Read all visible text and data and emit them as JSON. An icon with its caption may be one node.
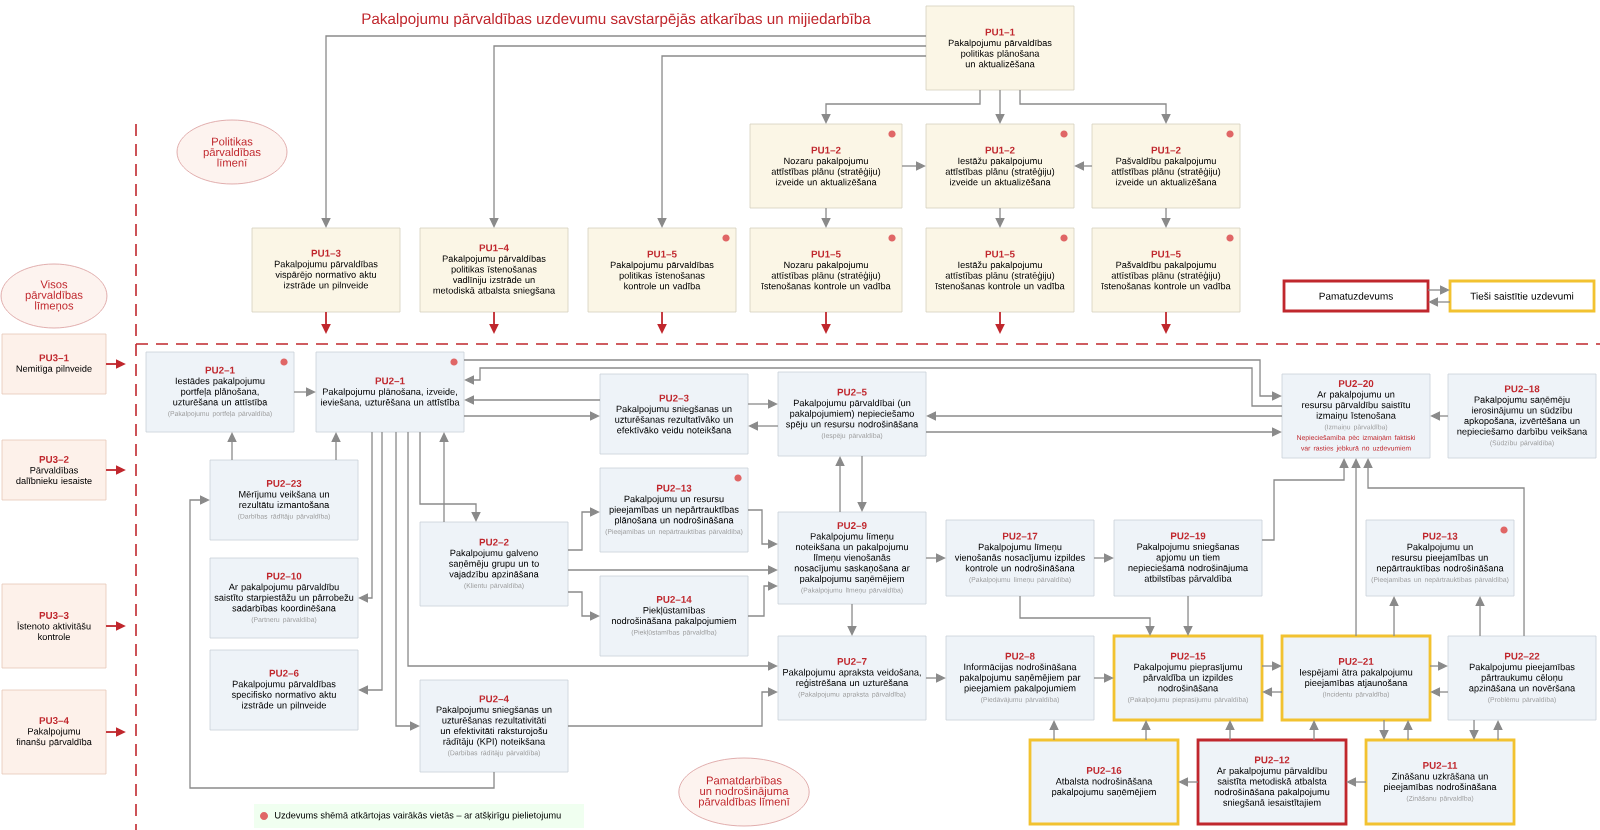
{
  "diagram": {
    "title": "Pakalpojumu pārvaldības uzdevumu savstarpējās atkarības un mijiedarbība",
    "nodes": [
      {
        "text": [
          "PU1–1",
          "Pakalpojumu pārvaldības politikas plānošana un aktualizēšana"
        ]
      },
      {
        "text": [
          "Politikas pārvaldības līmenī"
        ]
      },
      {
        "text": [
          "PU1–2",
          "Nozaru pakalpojumu attīstības plānu (stratēģiju) izveide un aktualizēšana"
        ]
      },
      {
        "text": [
          "PU1–2",
          "Iestāžu pakalpojumu attīstības plānu (stratēģiju) izveide un aktualizēšana"
        ]
      },
      {
        "text": [
          "PU1–2",
          "Pašvaldību pakalpojumu attīstības plānu (stratēģiju) izveide un aktualizēšana"
        ]
      },
      {
        "text": [
          "PU1–3",
          "Pakalpojumu pārvaldības vispārējo normatīvo aktu izstrāde un pilnveide"
        ]
      },
      {
        "text": [
          "PU1–4",
          "Pakalpojumu pārvaldības politikas īstenošanas vadlīniju izstrāde un metodiskā atbalsta sniegšana"
        ]
      },
      {
        "text": [
          "PU1–5",
          "Pakalpojumu pārvaldības politikas īstenošanas kontrole un vadība"
        ]
      },
      {
        "text": [
          "PU1–5",
          "Nozaru pakalpojumu attīstības plānu (stratēģiju) īstenošanas kontrole un vadība"
        ]
      },
      {
        "text": [
          "PU1–5",
          "Iestāžu pakalpojumu attīstības plānu (stratēģiju) īstenošanas kontrole un vadība"
        ]
      },
      {
        "text": [
          "PU1–5",
          "Pašvaldību pakalpojumu attīstības plānu (stratēģiju) īstenošanas kontrole un vadība"
        ]
      },
      {
        "text": [
          "Pamatuzdevums"
        ]
      },
      {
        "text": [
          "Tieši saistītie uzdevumi"
        ]
      },
      {
        "text": [
          "Visos pārvaldības līmeņos"
        ]
      },
      {
        "text": [
          "PU3–1",
          "Nemitīga pilnveide"
        ]
      },
      {
        "text": [
          "PU2–1",
          "Iestādes pakalpojumu portfeļa plānošana, uzturēšana un attīstība",
          "(Pakalpojumu portfeļa pārvaldība)"
        ]
      },
      {
        "text": [
          "PU2–1",
          "Pakalpojumu plānošana, izveide, ieviešana, uzturēšana un attīstība"
        ]
      },
      {
        "text": [
          "PU2–3",
          "Pakalpojumu sniegšanas un uzturēšanas rezultatīvāko un efektīvāko veidu noteikšana"
        ]
      },
      {
        "text": [
          "PU2–5",
          "Pakalpojumu pārvaldībai (un pakalpojumiem) nepieciešamo spēju un resursu nodrošināšana",
          "(Iespēju pārvaldība)"
        ]
      },
      {
        "text": [
          "PU2–20",
          "Ar pakalpojumu un resursu pārvaldību saistītu izmaiņu īstenošana",
          "(Izmaiņu pārvaldība)",
          "Nepieciešamība pēc izmaiņām faktiski var rasties jebkurā no uzdevumiem"
        ]
      },
      {
        "text": [
          "PU2–18",
          "Pakalpojumu saņēmēju ierosinājumu un sūdzību apkopošana, izvērtēšana un nepieciešamo darbību veikšana",
          "(Sūdzību pārvaldība)"
        ]
      },
      {
        "text": [
          "PU3–2",
          "Pārvaldības dalībnieku iesaiste"
        ]
      },
      {
        "text": [
          "PU2–23",
          "Mērījumu veikšana un rezultātu izmantošana",
          "(Darbības rādītāju pārvaldība)"
        ]
      },
      {
        "text": [
          "PU2–13",
          "Pakalpojumu un resursu pieejamības un nepārtrauktības plānošana un nodrošināšana",
          "(Pieejamības un nepārtrauktības pārvaldība)"
        ]
      },
      {
        "text": [
          "PU2–2",
          "Pakalpojumu galveno saņēmēju grupu un to vajadzību apzināšana",
          "(Klientu pārvaldība)"
        ]
      },
      {
        "text": [
          "PU2–9",
          "Pakalpojumu līmeņu noteikšana un pakalpojumu līmeņu vienošanās nosacījumu saskaņošana ar pakalpojumu saņēmējiem",
          "(Pakalpojumu līmeņu pārvaldība)"
        ]
      },
      {
        "text": [
          "PU2–17",
          "Pakalpojumu līmeņu vienošanās nosacījumu izpildes kontrole un nodrošināšana",
          "(Pakalpojumu līmeņu pārvaldība)"
        ]
      },
      {
        "text": [
          "PU2–19",
          "Pakalpojumu sniegšanas apjomu un tiem nepieciešamā nodrošinājuma atbilstības pārvaldība"
        ]
      },
      {
        "text": [
          "PU2–13",
          "Pakalpojumu un resursu pieejamības un nepārtrauktības nodrošināšana",
          "(Pieejamības un nepārtrauktības pārvaldība)"
        ]
      },
      {
        "text": [
          "PU2–10",
          "Ar pakalpojumu pārvaldību saistīto starpiestāžu un pārrobežu sadarbības koordinēšana",
          "(Partneru pārvaldība)"
        ]
      },
      {
        "text": [
          "PU2–14",
          "Piekļūstamības nodrošināšana pakalpojumiem",
          "(Piekļūstamības pārvaldība)"
        ]
      },
      {
        "text": [
          "PU3–3",
          "Īstenoto aktivitāšu kontrole"
        ]
      },
      {
        "text": [
          "PU2–6",
          "Pakalpojumu pārvaldības specifisko normatīvo aktu izstrāde un pilnveide"
        ]
      },
      {
        "text": [
          "PU2–7",
          "Pakalpojumu apraksta veidošana, reģistrēšana un uzturēšana",
          "(Pakalpojumu apraksta pārvaldība)"
        ]
      },
      {
        "text": [
          "PU2–8",
          "Informācijas nodrošināšana pakalpojumu saņēmējiem par pieejamiem pakalpojumiem",
          "(Piedāvājumu pārvaldība)"
        ]
      },
      {
        "text": [
          "PU2–15",
          "Pakalpojumu pieprasījumu pārvaldība un izpildes nodrošināšana",
          "(Pakalpojumu pieprasījumu pārvaldība)"
        ]
      },
      {
        "text": [
          "PU2–21",
          "Iespējami ātra pakalpojumu pieejamības atjaunošana",
          "(Incidentu pārvaldība)"
        ]
      },
      {
        "text": [
          "PU2–22",
          "Pakalpojumu pieejamības pārtraukumu cēloņu apzināšana un novēršana",
          "(Problēmu pārvaldība)"
        ]
      },
      {
        "text": [
          "PU2–4",
          "Pakalpojumu sniegšanas un uzturēšanas rezultativitāti un efektivitāti raksturojošu rādītāju (KPI) noteikšana",
          "(Darbības rādītāju pārvaldība)"
        ]
      },
      {
        "text": [
          "PU3–4",
          "Pakalpojumu finanšu pārvaldība"
        ]
      },
      {
        "text": [
          "Pamatdarbības un nodrošinājuma pārvaldības līmenī"
        ]
      },
      {
        "text": [
          "PU2–16",
          "Atbalsta nodrošināšana pakalpojumu saņēmējiem"
        ]
      },
      {
        "text": [
          "PU2–12",
          "Ar pakalpojumu pārvaldību saistīta metodiskā atbalsta nodrošināšana pakalpojumu sniegšanā iesaistītajiem"
        ]
      },
      {
        "text": [
          "PU2–11",
          "Zināšanu uzkrāšana un pieejamības nodrošināšana",
          "(Zināšanu pārvaldība)"
        ]
      }
    ],
    "edges": [
      {
        "from": 0,
        "to": 5,
        "arrow": "to"
      },
      {
        "from": 0,
        "to": 6,
        "arrow": "to"
      },
      {
        "from": 0,
        "to": 7,
        "arrow": "to"
      },
      {
        "from": 0,
        "to": 2,
        "arrow": "to"
      },
      {
        "from": 0,
        "to": 3,
        "arrow": "to"
      },
      {
        "from": 0,
        "to": 4,
        "arrow": "to"
      },
      {
        "from": 2,
        "to": 3,
        "arrow": "to"
      },
      {
        "from": 4,
        "to": 3,
        "arrow": "to"
      },
      {
        "from": 2,
        "to": 8,
        "arrow": "to"
      },
      {
        "from": 3,
        "to": 9,
        "arrow": "to"
      },
      {
        "from": 4,
        "to": 10,
        "arrow": "to"
      },
      {
        "from": 5,
        "to": null,
        "arrow": "to",
        "color": "#c0272d"
      },
      {
        "from": 6,
        "to": null,
        "arrow": "to",
        "color": "#c0272d"
      },
      {
        "from": 7,
        "to": null,
        "arrow": "to",
        "color": "#c0272d"
      },
      {
        "from": 8,
        "to": null,
        "arrow": "to",
        "color": "#c0272d"
      },
      {
        "from": 9,
        "to": null,
        "arrow": "to",
        "color": "#c0272d"
      },
      {
        "from": 10,
        "to": null,
        "arrow": "to",
        "color": "#c0272d"
      },
      {
        "from": 11,
        "to": 12,
        "arrow": "to"
      },
      {
        "from": 12,
        "to": 11,
        "arrow": "to"
      },
      {
        "from": 14,
        "to": null,
        "arrow": "to",
        "color": "#c0272d"
      },
      {
        "from": 21,
        "to": null,
        "arrow": "to",
        "color": "#c0272d"
      },
      {
        "from": 31,
        "to": null,
        "arrow": "to",
        "color": "#c0272d"
      },
      {
        "from": 39,
        "to": null,
        "arrow": "to",
        "color": "#c0272d"
      },
      {
        "from": 15,
        "to": 16,
        "arrow": "to"
      },
      {
        "from": 22,
        "to": 15,
        "arrow": "to"
      },
      {
        "from": 22,
        "to": 16,
        "arrow": "to"
      },
      {
        "from": 16,
        "to": 19,
        "arrow": "to"
      },
      {
        "from": 19,
        "to": 16,
        "arrow": "to"
      },
      {
        "from": 17,
        "to": 16,
        "arrow": "to"
      },
      {
        "from": 16,
        "to": 17,
        "arrow": "to"
      },
      {
        "from": 18,
        "to": 17,
        "arrow": "to"
      },
      {
        "from": 17,
        "to": 18,
        "arrow": "to"
      },
      {
        "from": 19,
        "to": 18,
        "arrow": "to"
      },
      {
        "from": 18,
        "to": 19,
        "arrow": "to"
      },
      {
        "from": 20,
        "to": 19,
        "arrow": "to"
      },
      {
        "from": 18,
        "to": 25,
        "arrow": "to"
      },
      {
        "from": 25,
        "to": 18,
        "arrow": "to"
      },
      {
        "from": 25,
        "to": 26,
        "arrow": "to"
      },
      {
        "from": 26,
        "to": 27,
        "arrow": "to"
      },
      {
        "from": 27,
        "to": 19,
        "arrow": "to"
      },
      {
        "from": 36,
        "to": 19,
        "arrow": "to"
      },
      {
        "from": 37,
        "to": 19,
        "arrow": "to"
      },
      {
        "from": 36,
        "to": 28,
        "arrow": "to"
      },
      {
        "from": 37,
        "to": 28,
        "arrow": "to"
      },
      {
        "from": 25,
        "to": 33,
        "arrow": "to"
      },
      {
        "from": 33,
        "to": 34,
        "arrow": "to"
      },
      {
        "from": 34,
        "to": 35,
        "arrow": "to"
      },
      {
        "from": 26,
        "to": 35,
        "arrow": "to"
      },
      {
        "from": 27,
        "to": 35,
        "arrow": "to"
      },
      {
        "from": 35,
        "to": 36,
        "arrow": "to"
      },
      {
        "from": 36,
        "to": 35,
        "arrow": "to"
      },
      {
        "from": 36,
        "to": 37,
        "arrow": "to"
      },
      {
        "from": 37,
        "to": 36,
        "arrow": "to"
      },
      {
        "from": 41,
        "to": 34,
        "arrow": "to"
      },
      {
        "from": 41,
        "to": 35,
        "arrow": "to"
      },
      {
        "from": 42,
        "to": 35,
        "arrow": "to"
      },
      {
        "from": 42,
        "to": 36,
        "arrow": "to"
      },
      {
        "from": 42,
        "to": 41,
        "arrow": "to"
      },
      {
        "from": 43,
        "to": 42,
        "arrow": "to"
      },
      {
        "from": 36,
        "to": 43,
        "arrow": "to"
      },
      {
        "from": 43,
        "to": 36,
        "arrow": "to"
      },
      {
        "from": 37,
        "to": 43,
        "arrow": "to"
      },
      {
        "from": 43,
        "to": 37,
        "arrow": "to"
      },
      {
        "from": 16,
        "to": 29,
        "arrow": "to"
      },
      {
        "from": 16,
        "to": 32,
        "arrow": "to"
      },
      {
        "from": 16,
        "to": 38,
        "arrow": "to"
      },
      {
        "from": 16,
        "to": 33,
        "arrow": "to"
      },
      {
        "from": 16,
        "to": 24,
        "arrow": "to"
      },
      {
        "from": 24,
        "to": 16,
        "arrow": "to"
      },
      {
        "from": 24,
        "to": 23,
        "arrow": "to"
      },
      {
        "from": 23,
        "to": 25,
        "arrow": "to"
      },
      {
        "from": 24,
        "to": 25,
        "arrow": "to"
      },
      {
        "from": 24,
        "to": 30,
        "arrow": "to"
      },
      {
        "from": 30,
        "to": 25,
        "arrow": "to"
      },
      {
        "from": 38,
        "to": 33,
        "arrow": "to"
      },
      {
        "from": 38,
        "to": 22,
        "arrow": "to"
      }
    ],
    "legend": [
      {
        "text": "Uzdevums shēmā atkārtojas vairākās vietās – ar atšķirīgu pielietojumu",
        "color": "#e06666"
      }
    ]
  }
}
